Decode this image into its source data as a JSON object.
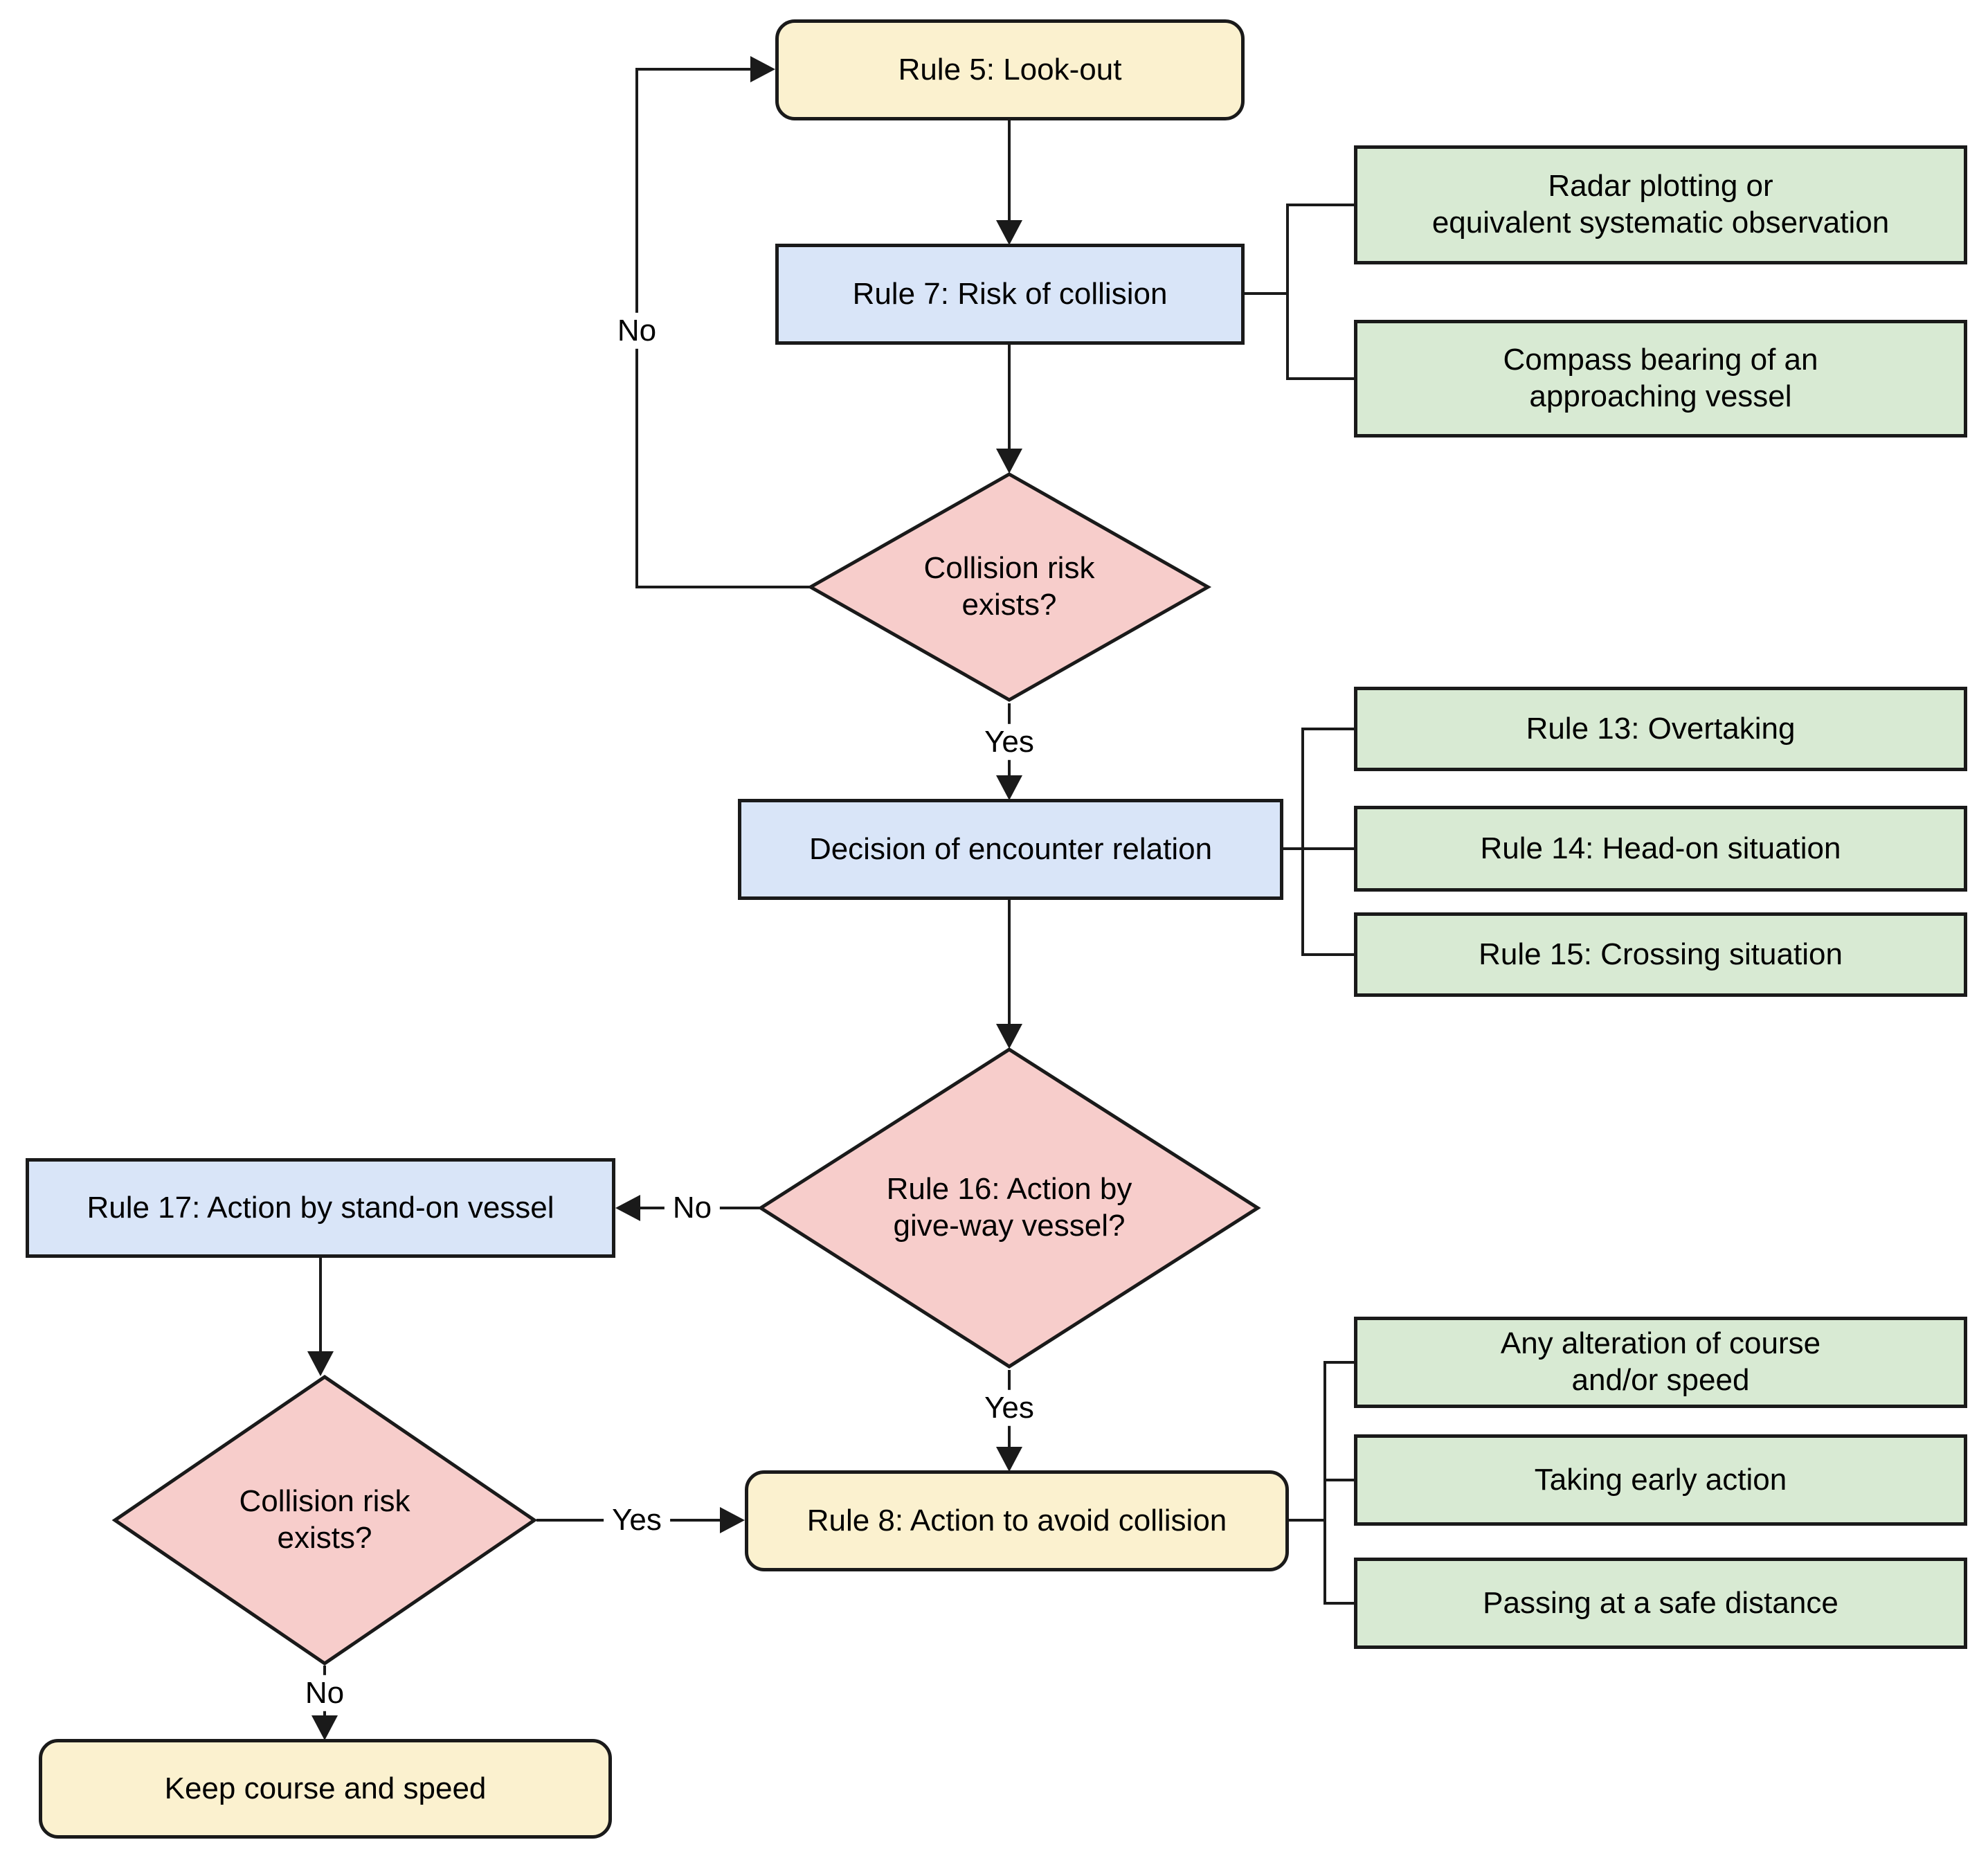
{
  "colors": {
    "terminal_yellow": "#FBF1CF",
    "process_blue": "#D9E5F8",
    "detail_green": "#D8EAD3",
    "decision_pink": "#F7CDCB",
    "stroke": "#1a1a1a",
    "background": "#FFFFFF"
  },
  "nodes": {
    "rule5": "Rule 5: Look-out",
    "rule7": "Rule 7: Risk of collision",
    "radar": [
      "Radar plotting or",
      "equivalent systematic observation"
    ],
    "compass": [
      "Compass bearing of an",
      "approaching vessel"
    ],
    "collision1": [
      "Collision risk",
      "exists?"
    ],
    "decision": "Decision of encounter relation",
    "rule13": "Rule 13: Overtaking",
    "rule14": "Rule 14: Head-on situation",
    "rule15": "Rule 15: Crossing situation",
    "rule16": [
      "Rule 16: Action by",
      "give-way vessel?"
    ],
    "rule17": "Rule 17: Action by stand-on vessel",
    "rule8": "Rule 8: Action to avoid collision",
    "alteration": [
      "Any alteration of course",
      "and/or speed"
    ],
    "early": "Taking early action",
    "passing": "Passing at a safe distance",
    "collision2": [
      "Collision risk",
      "exists?"
    ],
    "keep": "Keep course and speed"
  },
  "edge_labels": {
    "no1": "No",
    "yes1": "Yes",
    "no2": "No",
    "yes2": "Yes",
    "yes3": "Yes",
    "no3": "No"
  }
}
